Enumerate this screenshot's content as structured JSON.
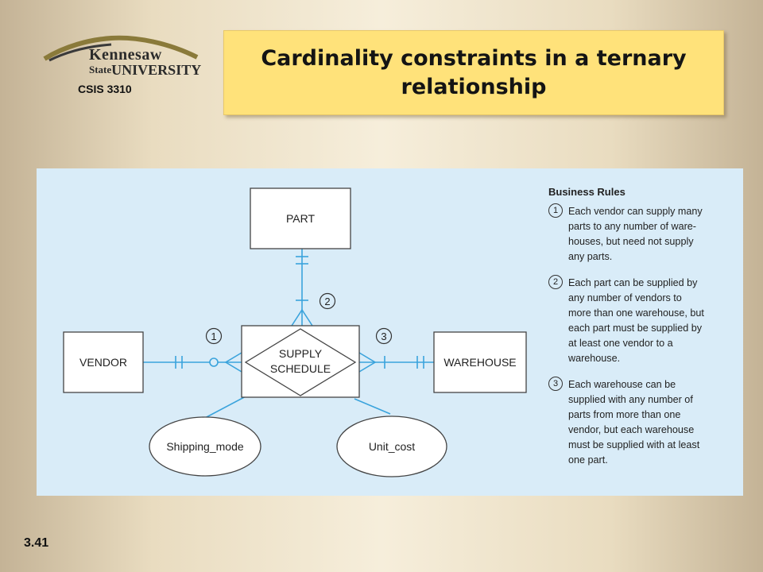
{
  "logo": {
    "name": "Kennesaw",
    "state": "State",
    "university": "UNIVERSITY"
  },
  "course": "CSIS 3310",
  "title": "Cardinality constraints in a ternary relationship",
  "diagram": {
    "entities": {
      "part": "PART",
      "vendor": "VENDOR",
      "warehouse": "WAREHOUSE"
    },
    "relationship": {
      "line1": "SUPPLY",
      "line2": "SCHEDULE"
    },
    "attributes": {
      "shipping_mode": "Shipping_mode",
      "unit_cost": "Unit_cost"
    },
    "markers": {
      "one": "1",
      "two": "2",
      "three": "3"
    },
    "colors": {
      "line": "#3aa3dc",
      "background": "#d9ecf8"
    }
  },
  "business_rules": {
    "title": "Business Rules",
    "rules": [
      {
        "num": "1",
        "lines": [
          "Each vendor can supply many",
          "parts to any number of ware-",
          "houses, but need not supply",
          "any parts."
        ]
      },
      {
        "num": "2",
        "lines": [
          "Each part can be supplied by",
          "any number of vendors to",
          "more than one warehouse, but",
          "each part must be supplied by",
          "at least one vendor to a",
          "warehouse."
        ]
      },
      {
        "num": "3",
        "lines": [
          "Each warehouse can be",
          "supplied with any number of",
          "parts from more than one",
          "vendor, but each warehouse",
          "must be supplied with at least",
          "one part."
        ]
      }
    ]
  },
  "slide_number": "3.41"
}
